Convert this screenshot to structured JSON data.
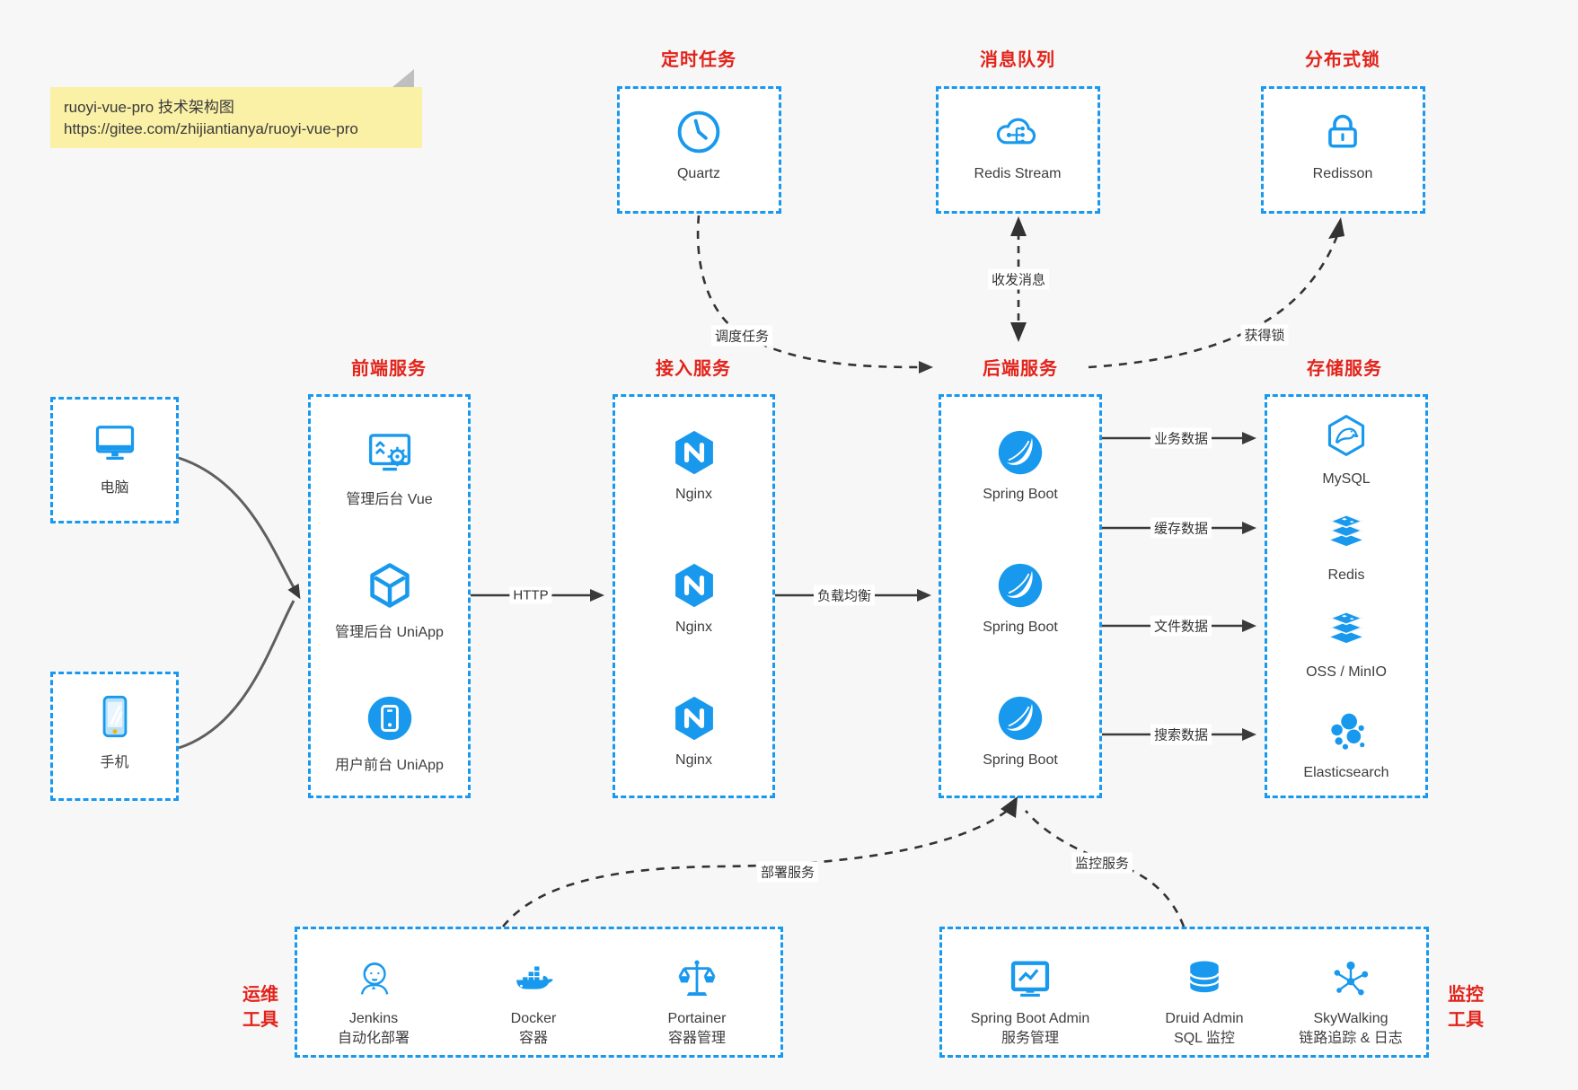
{
  "colors": {
    "blue": "#1899ee",
    "red": "#e2231a",
    "arrow": "#3a3a3a",
    "note_bg": "#faf0a6",
    "page_bg": "#f7f7f8"
  },
  "note": {
    "line1": "ruoyi-vue-pro 技术架构图",
    "line2": "https://gitee.com/zhijiantianya/ruoyi-vue-pro"
  },
  "top_groups": [
    {
      "title": "定时任务",
      "item": {
        "icon": "clock-icon",
        "label": "Quartz"
      }
    },
    {
      "title": "消息队列",
      "item": {
        "icon": "cloud-mq-icon",
        "label": "Redis Stream"
      }
    },
    {
      "title": "分布式锁",
      "item": {
        "icon": "lock-icon",
        "label": "Redisson"
      }
    }
  ],
  "clients": [
    {
      "icon": "desktop-icon",
      "label": "电脑"
    },
    {
      "icon": "smartphone-icon",
      "label": "手机"
    }
  ],
  "columns": [
    {
      "title": "前端服务",
      "items": [
        {
          "icon": "admin-vue-icon",
          "label": "管理后台 Vue"
        },
        {
          "icon": "uniapp-cube-icon",
          "label": "管理后台 UniApp"
        },
        {
          "icon": "user-app-icon",
          "label": "用户前台 UniApp"
        }
      ]
    },
    {
      "title": "接入服务",
      "items": [
        {
          "icon": "nginx-icon",
          "label": "Nginx"
        },
        {
          "icon": "nginx-icon",
          "label": "Nginx"
        },
        {
          "icon": "nginx-icon",
          "label": "Nginx"
        }
      ]
    },
    {
      "title": "后端服务",
      "items": [
        {
          "icon": "spring-boot-icon",
          "label": "Spring Boot"
        },
        {
          "icon": "spring-boot-icon",
          "label": "Spring Boot"
        },
        {
          "icon": "spring-boot-icon",
          "label": "Spring Boot"
        }
      ]
    },
    {
      "title": "存储服务",
      "items": [
        {
          "icon": "mysql-icon",
          "label": "MySQL"
        },
        {
          "icon": "redis-icon",
          "label": "Redis"
        },
        {
          "icon": "oss-icon",
          "label": "OSS / MinIO"
        },
        {
          "icon": "elasticsearch-icon",
          "label": "Elasticsearch"
        }
      ]
    }
  ],
  "bottom_groups": [
    {
      "title_line1": "运维",
      "title_line2": "工具",
      "items": [
        {
          "icon": "jenkins-icon",
          "label1": "Jenkins",
          "label2": "自动化部署"
        },
        {
          "icon": "docker-icon",
          "label1": "Docker",
          "label2": "容器"
        },
        {
          "icon": "portainer-icon",
          "label1": "Portainer",
          "label2": "容器管理"
        }
      ]
    },
    {
      "title_line1": "监控",
      "title_line2": "工具",
      "items": [
        {
          "icon": "spring-boot-admin-icon",
          "label1": "Spring Boot Admin",
          "label2": "服务管理"
        },
        {
          "icon": "druid-icon",
          "label1": "Druid Admin",
          "label2": "SQL 监控"
        },
        {
          "icon": "skywalking-icon",
          "label1": "SkyWalking",
          "label2": "链路追踪 & 日志"
        }
      ]
    }
  ],
  "edge_labels": {
    "http": "HTTP",
    "load_balance": "负载均衡",
    "schedule_task": "调度任务",
    "send_receive_message": "收发消息",
    "acquire_lock": "获得锁",
    "business_data": "业务数据",
    "cache_data": "缓存数据",
    "file_data": "文件数据",
    "search_data": "搜索数据",
    "deploy_service": "部署服务",
    "monitor_service": "监控服务"
  }
}
